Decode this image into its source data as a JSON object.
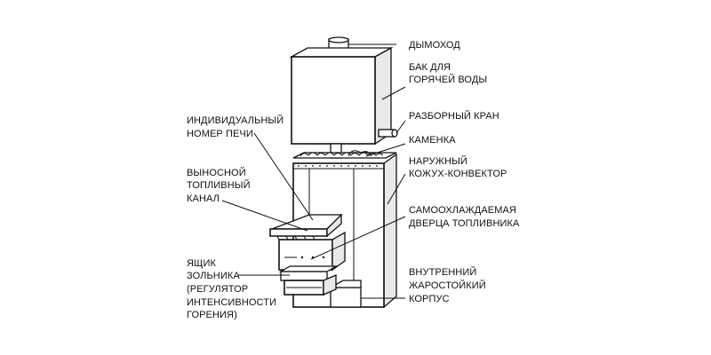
{
  "labels": {
    "chimney": "ДЫМОХОД",
    "tank_1": "БАК ДЛЯ",
    "tank_2": "ГОРЯЧЕЙ ВОДЫ",
    "tap": "РАЗБОРНЫЙ КРАН",
    "stones": "КАМЕНКА",
    "casing_1": "НАРУЖНЫЙ",
    "casing_2": "КОЖУХ-КОНВЕКТОР",
    "door_1": "САМООХЛАЖДАЕМАЯ",
    "door_2": "ДВЕРЦА ТОПЛИВНИКА",
    "inner_1": "ВНУТРЕННИЙ",
    "inner_2": "ЖАРОСТОЙКИЙ",
    "inner_3": "КОРПУС",
    "number_1": "ИНДИВИДУАЛЬНЫЙ",
    "number_2": "НОМЕР  ПЕЧИ",
    "channel_1": "ВЫНОСНОЙ",
    "channel_2": "ТОПЛИВНЫЙ",
    "channel_3": "КАНАЛ",
    "ash_1": "ЯЩИК",
    "ash_2": "ЗОЛЬНИКА",
    "ash_3": "(РЕГУЛЯТОР",
    "ash_4": "ИНТЕНСИВНОСТИ",
    "ash_5": "ГОРЕНИЯ)"
  }
}
